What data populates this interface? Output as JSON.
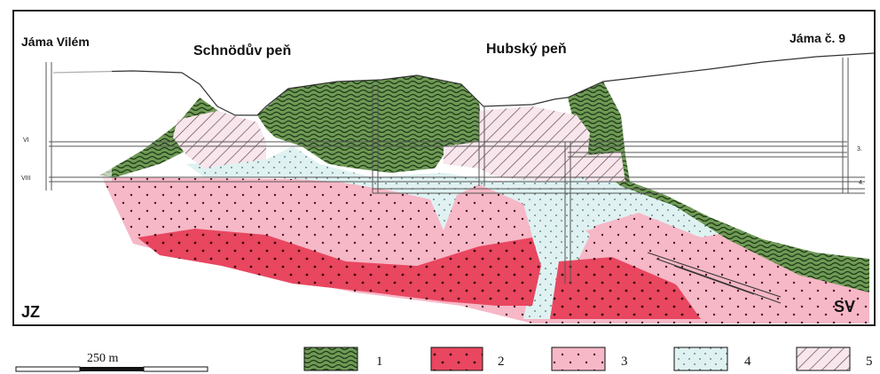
{
  "labels": {
    "shaft_left": "Jáma Vilém",
    "stock_left": "Schnödův peň",
    "stock_right": "Hubský peň",
    "shaft_right": "Jáma č. 9",
    "dir_left": "JZ",
    "dir_right": "SV",
    "level_left_upper": "VI",
    "level_left_lower": "VIII",
    "level_right_upper": "3.",
    "level_right_lower": "4."
  },
  "scale_bar": {
    "label": "250 m"
  },
  "legend": [
    {
      "number": "1",
      "pattern": "wavy-green",
      "color": "#4f7a3a"
    },
    {
      "number": "2",
      "pattern": "dotted-red",
      "color": "#e8455e"
    },
    {
      "number": "3",
      "pattern": "dotted-pink",
      "color": "#f5b8c6"
    },
    {
      "number": "4",
      "pattern": "dotted-lightblue",
      "color": "#dcefee"
    },
    {
      "number": "5",
      "pattern": "hatched",
      "color": "#f7e8ec"
    }
  ]
}
